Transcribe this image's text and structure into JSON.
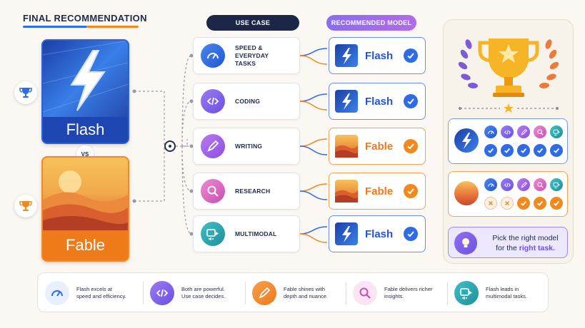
{
  "title": "FINAL RECOMMENDATION",
  "headers": {
    "use_case": "USE CASE",
    "recommended": "RECOMMENDED MODEL"
  },
  "models": {
    "flash": "Flash",
    "fable": "Fable",
    "vs": "VS"
  },
  "colors": {
    "flash": "#2f6be6",
    "fable": "#f08a1f",
    "navy": "#1c2647",
    "purple": "#8a6cf0"
  },
  "use_cases": [
    {
      "icon": "gauge-icon",
      "lines": [
        "SPEED &",
        "EVERYDAY",
        "TASKS"
      ],
      "model": "Flash",
      "kind": "flash"
    },
    {
      "icon": "code-icon",
      "lines": [
        "CODING"
      ],
      "model": "Flash",
      "kind": "flash"
    },
    {
      "icon": "pen-icon",
      "lines": [
        "WRITING"
      ],
      "model": "Fable",
      "kind": "fable"
    },
    {
      "icon": "magnifier-icon",
      "lines": [
        "RESEARCH"
      ],
      "model": "Fable",
      "kind": "fable"
    },
    {
      "icon": "media-icon",
      "lines": [
        "MULTIMODAL"
      ],
      "model": "Flash",
      "kind": "flash"
    }
  ],
  "comparison": {
    "flash_marks": [
      "check",
      "check",
      "check",
      "check",
      "check"
    ],
    "fable_marks": [
      "cross",
      "cross",
      "check",
      "check",
      "check"
    ]
  },
  "tip": {
    "line1": "Pick the right model",
    "line2_prefix": "for the ",
    "line2_highlight": "right task."
  },
  "summary": [
    {
      "icon": "gauge-icon",
      "lines": [
        "Flash excels at",
        "speed and efficiency."
      ]
    },
    {
      "icon": "code-icon",
      "lines": [
        "Both are powerful.",
        "Use case decides."
      ]
    },
    {
      "icon": "pen-icon",
      "lines": [
        "Fable shines with",
        "depth and nuance."
      ]
    },
    {
      "icon": "magnifier-icon",
      "lines": [
        "Fable delivers richer",
        "insights."
      ]
    },
    {
      "icon": "media-icon",
      "lines": [
        "Flash leads in",
        "multimodal tasks."
      ]
    }
  ]
}
